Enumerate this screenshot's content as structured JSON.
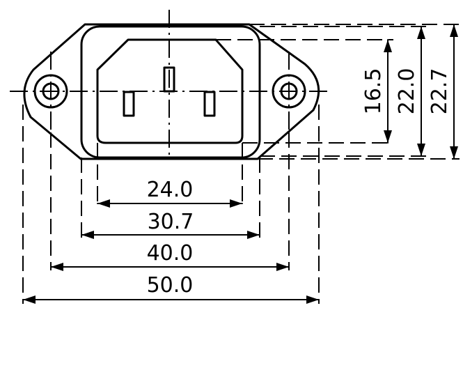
{
  "drawing": {
    "dimensions": {
      "horizontal": [
        "24.0",
        "30.7",
        "40.0",
        "50.0"
      ],
      "vertical": [
        "16.5",
        "22.0",
        "22.7"
      ]
    }
  }
}
